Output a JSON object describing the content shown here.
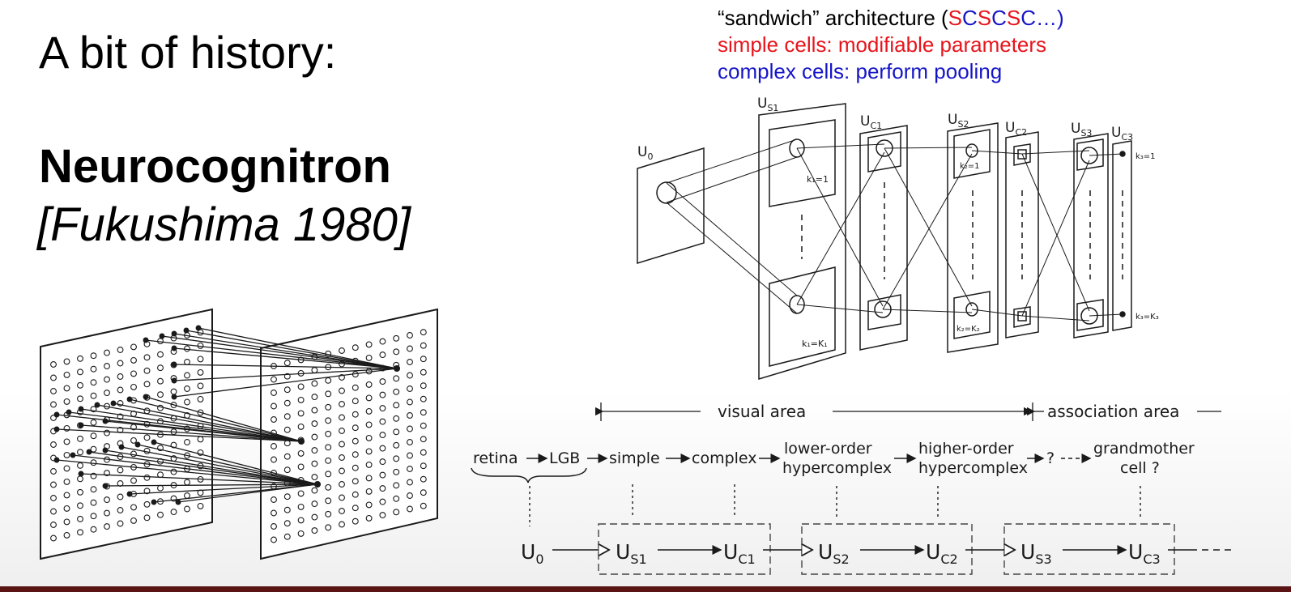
{
  "slide": {
    "title": "A bit of history:",
    "model_name": "Neurocognitron",
    "citation": "[Fukushima 1980]"
  },
  "notes": {
    "line1_prefix": "“sandwich” architecture (",
    "line1_seq": [
      "S",
      "C",
      "S",
      "C",
      "S",
      "C"
    ],
    "line1_suffix": "…)",
    "line2": "simple cells: modifiable parameters",
    "line3": "complex cells: perform pooling",
    "color_simple": "#e8141c",
    "color_complex": "#1515c8"
  },
  "network_figure": {
    "layers": [
      "U0",
      "US1",
      "UC1",
      "US2",
      "UC2",
      "US3",
      "UC3"
    ],
    "layer_labels": [
      {
        "main": "U",
        "sub": "0"
      },
      {
        "main": "U",
        "sub": "S1"
      },
      {
        "main": "U",
        "sub": "C1"
      },
      {
        "main": "U",
        "sub": "S2"
      },
      {
        "main": "U",
        "sub": "C2"
      },
      {
        "main": "U",
        "sub": "S3"
      },
      {
        "main": "U",
        "sub": "C3"
      }
    ],
    "plane_labels": [
      "k₁=1",
      "k₁=K₁",
      "k₂=1",
      "k₂=K₂",
      "k₃=1",
      "k₃=K₃"
    ]
  },
  "hierarchy": {
    "visual_area": "visual area",
    "association_area": "association area",
    "stages": [
      "retina",
      "LGB",
      "simple",
      "complex",
      "lower-order",
      "hypercomplex",
      "higher-order",
      "hypercomplex",
      "?",
      "grandmother",
      "cell ?"
    ],
    "model_row": [
      {
        "main": "U",
        "sub": "0"
      },
      {
        "main": "U",
        "sub": "S1"
      },
      {
        "main": "U",
        "sub": "C1"
      },
      {
        "main": "U",
        "sub": "S2"
      },
      {
        "main": "U",
        "sub": "C2"
      },
      {
        "main": "U",
        "sub": "S3"
      },
      {
        "main": "U",
        "sub": "C3"
      }
    ]
  },
  "colors": {
    "bottom_bar": "#5a1414",
    "ink": "#1a1a1a"
  }
}
